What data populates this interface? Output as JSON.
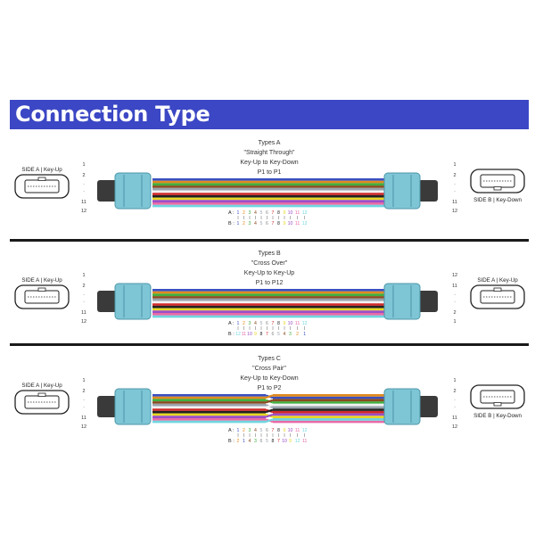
{
  "header": {
    "title": "Connection Type"
  },
  "colors": {
    "header_bg": "#3b47c4",
    "connector": "#7ec6d6",
    "fibers": [
      "#3a4fc0",
      "#e08a1e",
      "#3fae3f",
      "#8a4a1e",
      "#9aa3ad",
      "#f2f2f2",
      "#d12828",
      "#222222",
      "#e8d820",
      "#9b4fc7",
      "#e86aa6",
      "#6fd6e0"
    ]
  },
  "panels": [
    {
      "type_label": "Types A",
      "name": "\"Straight Through\"",
      "keying": "Key-Up to Key-Down",
      "mapping": "P1 to P1",
      "side_a": "SIDE A | Key-Up",
      "side_b": "SIDE B | Key-Down",
      "left_ports": [
        "1",
        "2",
        "·",
        "·",
        "11",
        "12"
      ],
      "right_ports": [
        "1",
        "2",
        "·",
        "·",
        "11",
        "12"
      ],
      "row_a_label": "A :",
      "row_b_label": "B :",
      "row_a": [
        "1",
        "2",
        "3",
        "4",
        "5",
        "6",
        "7",
        "8",
        "9",
        "10",
        "11",
        "12"
      ],
      "row_b": [
        "1",
        "2",
        "3",
        "4",
        "5",
        "6",
        "7",
        "8",
        "9",
        "10",
        "11",
        "12"
      ]
    },
    {
      "type_label": "Types B",
      "name": "\"Cross Over\"",
      "keying": "Key-Up to Key-Up",
      "mapping": "P1 to P12",
      "side_a": "SIDE A | Key-Up",
      "side_b": "SIDE A | Key-Up",
      "left_ports": [
        "1",
        "2",
        "·",
        "·",
        "11",
        "12"
      ],
      "right_ports": [
        "12",
        "11",
        "·",
        "·",
        "2",
        "1"
      ],
      "row_a_label": "A :",
      "row_b_label": "B :",
      "row_a": [
        "1",
        "2",
        "3",
        "4",
        "5",
        "6",
        "7",
        "8",
        "9",
        "10",
        "11",
        "12"
      ],
      "row_b": [
        "12",
        "11",
        "10",
        "9",
        "8",
        "7",
        "6",
        "5",
        "4",
        "3",
        "2",
        "1"
      ]
    },
    {
      "type_label": "Types C",
      "name": "\"Cross Pair\"",
      "keying": "Key-Up to Key-Down",
      "mapping": "P1 to P2",
      "side_a": "SIDE A | Key-Up",
      "side_b": "SIDE B | Key-Down",
      "left_ports": [
        "1",
        "2",
        "·",
        "·",
        "11",
        "12"
      ],
      "right_ports": [
        "1",
        "2",
        "·",
        "·",
        "11",
        "12"
      ],
      "row_a_label": "A :",
      "row_b_label": "B :",
      "row_a": [
        "1",
        "2",
        "3",
        "4",
        "5",
        "6",
        "7",
        "8",
        "9",
        "10",
        "11",
        "12"
      ],
      "row_b": [
        "2",
        "1",
        "4",
        "3",
        "6",
        "5",
        "8",
        "7",
        "10",
        "9",
        "12",
        "11"
      ]
    }
  ]
}
